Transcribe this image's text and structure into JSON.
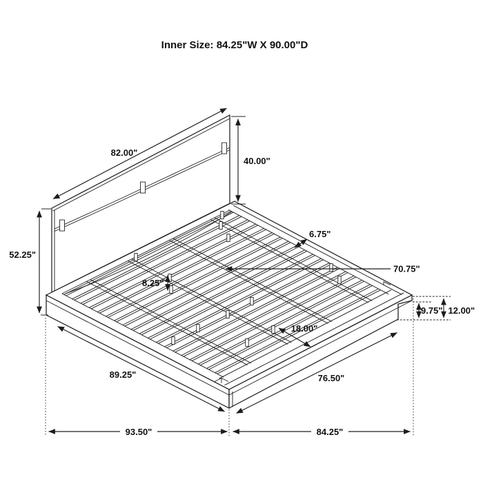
{
  "title": "Inner Size: 84.25\"W X 90.00\"D",
  "diagram": {
    "type": "platform-bed-dimension-drawing",
    "dimensions": {
      "headboard_width": "82.00\"",
      "headboard_height": "40.00\"",
      "overall_height": "52.25\"",
      "side_rail_width": "6.75\"",
      "slat_length": "70.75\"",
      "slat_spacing": "8.25\"",
      "support_spacing": "18.00\"",
      "base_height": "9.75\"",
      "platform_height": "12.00\"",
      "left_side_length": "89.25\"",
      "right_side_length": "76.50\"",
      "overall_depth": "93.50\"",
      "overall_width": "84.25\""
    }
  }
}
